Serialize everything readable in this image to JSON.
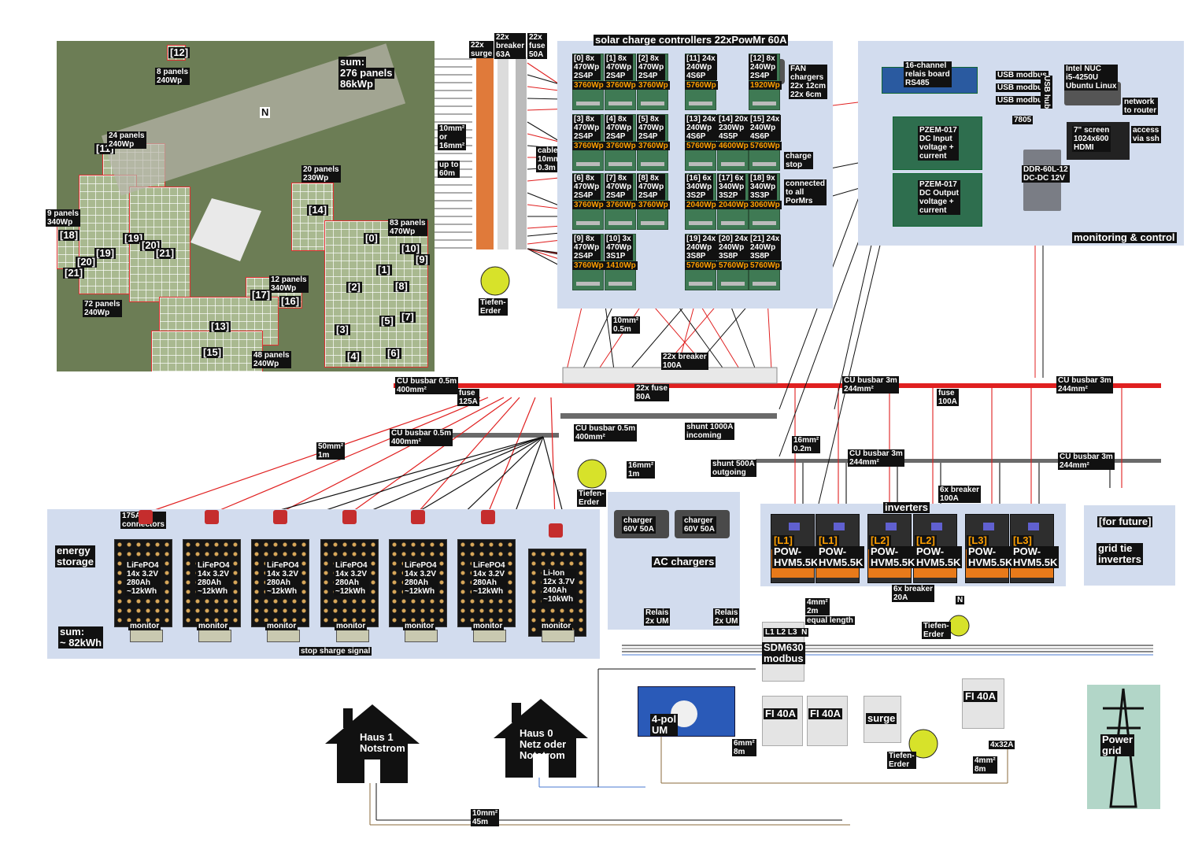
{
  "aerial": {
    "sum_title": "sum:",
    "sum_panels": "276 panels",
    "sum_power": "86kWp",
    "compass": "N",
    "labels": {
      "p12_tag": "[12]",
      "p12_desc": "8 panels\n240Wp",
      "p11_tag": "[11]",
      "p11_desc": "24 panels\n240Wp",
      "p14_desc": "20 panels\n230Wp",
      "p14_tag": "[14]",
      "west_desc": "9 panels\n340Wp",
      "t18": "[18]",
      "t19a": "[19]",
      "t20a": "[20]",
      "t21a": "[21]",
      "t19b": "[19]",
      "t20b": "[20]",
      "t21b": "[21]",
      "p72_desc": "72 panels\n240Wp",
      "p0": "[0]",
      "p83_desc": "83 panels\n470Wp",
      "t10": "[10]",
      "t9": "[9]",
      "t1": "[1]",
      "t8": "[8]",
      "t2": "[2]",
      "t3": "[3]",
      "t5": "[5]",
      "t7": "[7]",
      "t4": "[4]",
      "t6": "[6]",
      "p12b_desc": "12 panels\n340Wp",
      "t17": "[17]",
      "t16": "[16]",
      "t13": "[13]",
      "t15": "[15]",
      "p48_desc": "48 panels\n240Wp"
    }
  },
  "top_columns": {
    "surge": "22x\nsurge",
    "breaker": "22x\nbreaker\n63A",
    "fuse": "22x\nfuse\n50A",
    "wire_a": "10mm²\nor\n16mm²",
    "wire_b": "up to\n60m",
    "cable": "cable\n10mm²\n0.3m",
    "ground": "Tiefen-\nErder"
  },
  "scc_section": {
    "title": "solar charge controllers 22xPowMr 60A",
    "fan": "FAN\nchargers\n22x 12cm\n22x 6cm",
    "charge_stop": "charge\nstop",
    "connected": "connected\nto all\nPorMrs",
    "wire": "10mm²\n0.5m",
    "controllers": [
      {
        "spec": "[0] 8x\n470Wp\n2S4P",
        "power": "3760Wp"
      },
      {
        "spec": "[1] 8x\n470Wp\n2S4P",
        "power": "3760Wp"
      },
      {
        "spec": "[2] 8x\n470Wp\n2S4P",
        "power": "3760Wp"
      },
      {
        "spec": "[11] 24x\n240Wp\n4S6P",
        "power": "5760Wp"
      },
      {
        "spec": "[12] 8x\n240Wp\n2S4P",
        "power": "1920Wp"
      },
      {
        "spec": "[3] 8x\n470Wp\n2S4P",
        "power": "3760Wp"
      },
      {
        "spec": "[4] 8x\n470Wp\n2S4P",
        "power": "3760Wp"
      },
      {
        "spec": "[5] 8x\n470Wp\n2S4P",
        "power": "3760Wp"
      },
      {
        "spec": "[13] 24x\n240Wp\n4S6P",
        "power": "5760Wp"
      },
      {
        "spec": "[14] 20x\n230Wp\n4S5P",
        "power": "4600Wp"
      },
      {
        "spec": "[15] 24x\n240Wp\n4S6P",
        "power": "5760Wp"
      },
      {
        "spec": "[6] 8x\n470Wp\n2S4P",
        "power": "3760Wp"
      },
      {
        "spec": "[7] 8x\n470Wp\n2S4P",
        "power": "3760Wp"
      },
      {
        "spec": "[8] 8x\n470Wp\n2S4P",
        "power": "3760Wp"
      },
      {
        "spec": "[16] 6x\n340Wp\n3S2P",
        "power": "2040Wp"
      },
      {
        "spec": "[17] 6x\n340Wp\n3S2P",
        "power": "2040Wp"
      },
      {
        "spec": "[18] 9x\n340Wp\n3S3P",
        "power": "3060Wp"
      },
      {
        "spec": "[9] 8x\n470Wp\n2S4P",
        "power": "3760Wp"
      },
      {
        "spec": "[10] 3x\n470Wp\n3S1P",
        "power": "1410Wp"
      },
      {
        "spec": "[19] 24x\n240Wp\n3S8P",
        "power": "5760Wp"
      },
      {
        "spec": "[20] 24x\n240Wp\n3S8P",
        "power": "5760Wp"
      },
      {
        "spec": "[21] 24x\n240Wp\n3S8P",
        "power": "5760Wp"
      }
    ]
  },
  "monitoring": {
    "relay": "16-channel\nrelais board\nRS485",
    "usb1": "USB modbus",
    "usb2": "USB modbus",
    "usb3": "USB modbus",
    "usb_hub": "USB hub",
    "nuc": "Intel NUC\ni5-4250U\nUbuntu Linux",
    "network": "network\nto router",
    "screen": "7\" screen\n1024x600\nHDMI",
    "ssh": "access\nvia ssh",
    "pzem_in": "PZEM-017\nDC Input\nvoltage +\ncurrent",
    "pzem_out": "PZEM-017\nDC Output\nvoltage +\ncurrent",
    "reg": "7805",
    "ddr": "DDR-60L-12\nDC-DC 12V",
    "title": "monitoring & control"
  },
  "busbars": {
    "main_left": "CU busbar 0.5m\n400mm²",
    "breaker22": "22x breaker\n100A",
    "fuse22": "22x fuse\n80A",
    "fuse125": "fuse\n125A",
    "cu3m_a": "CU busbar 3m\n244mm²",
    "fuse100": "fuse\n100A",
    "cu3m_b": "CU busbar 3m\n244mm²",
    "cu05_batt": "CU busbar 0.5m\n400mm²",
    "cu05_mid": "CU busbar 0.5m\n400mm²",
    "shunt1000": "shunt 1000A\nincoming",
    "shunt500": "shunt 500A\noutgoing",
    "cu3m_c": "CU busbar 3m\n244mm²",
    "cu3m_d": "CU busbar 3m\n244mm²",
    "wire16a": "16mm²\n0.2m",
    "wire16b": "16mm²\n1m",
    "wire50": "50mm²\n1m",
    "ground2": "Tiefen-\nErder"
  },
  "storage": {
    "title": "energy\nstorage",
    "connectors": "175A\nconnectors",
    "sum": "sum:\n~ 82kWh",
    "stop_signal": "stop sharge signal",
    "monitor": "monitor",
    "batteries": [
      "LiFePO4\n14x 3.2V\n280Ah\n~12kWh",
      "LiFePO4\n14x 3.2V\n280Ah\n~12kWh",
      "LiFePO4\n14x 3.2V\n280Ah\n~12kWh",
      "LiFePO4\n14x 3.2V\n280Ah\n~12kWh",
      "LiFePO4\n14x 3.2V\n280Ah\n~12kWh",
      "LiFePO4\n14x 3.2V\n280Ah\n~12kWh",
      "Li-Ion\n12x 3.7V\n240Ah\n~10kWh"
    ]
  },
  "ac_chargers": {
    "charger1": "charger\n60V 50A",
    "charger2": "charger\n60V 50A",
    "title": "AC chargers",
    "relais1": "Relais\n2x UM",
    "relais2": "Relais\n2x UM"
  },
  "inverters": {
    "title": "inverters",
    "breaker6": "6x breaker\n100A",
    "units": [
      {
        "phase": "[L1]",
        "model": "POW-\nHVM5.5K"
      },
      {
        "phase": "[L1]",
        "model": "POW-\nHVM5.5K"
      },
      {
        "phase": "[L2]",
        "model": "POW-\nHVM5.5K"
      },
      {
        "phase": "[L2]",
        "model": "POW-\nHVM5.5K"
      },
      {
        "phase": "[L3]",
        "model": "POW-\nHVM5.5K"
      },
      {
        "phase": "[L3]",
        "model": "POW-\nHVM5.5K"
      }
    ],
    "breaker6b": "6x breaker\n20A",
    "wire4": "4mm²\n2m",
    "equal": "equal length",
    "n": "N",
    "ground3": "Tiefen-\nErder"
  },
  "future": {
    "title": "[for future]",
    "grid_tie": "grid tie\ninverters"
  },
  "ac_side": {
    "meter_lines": "L1 L2 L3  N",
    "meter": "SDM630\nmodbus",
    "switch": "4-pol\nUM",
    "wire6": "6mm²\n8m",
    "fi1": "FI 40A",
    "fi2": "FI 40A",
    "surge": "surge",
    "ground4": "Tiefen-\nErder",
    "fi3": "FI 40A",
    "fuse4": "4x32A",
    "wire4b": "4mm²\n8m",
    "grid": "Power\ngrid",
    "house1": "Haus 1\nNotstrom",
    "house0": "Haus 0\nNetz oder\nNotstrom",
    "wire10": "10mm²\n45m"
  },
  "colors": {
    "panel_bg": "#d2dcee",
    "positive": "#e02020",
    "negative": "#111111",
    "highlight": "#ffa000"
  }
}
